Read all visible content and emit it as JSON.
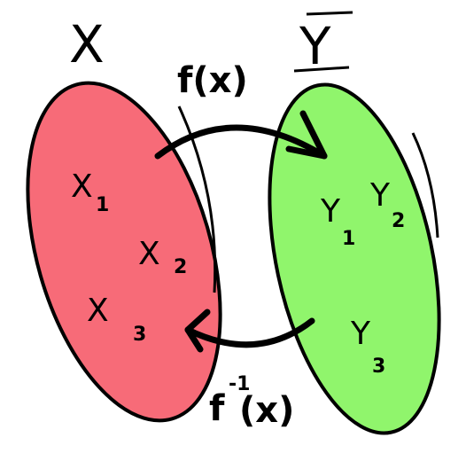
{
  "sets": {
    "domain": {
      "label": "X",
      "color": "#f76b78",
      "elements": [
        {
          "base": "X",
          "sub": "1"
        },
        {
          "base": "X",
          "sub": "2"
        },
        {
          "base": "X",
          "sub": "3"
        }
      ]
    },
    "codomain": {
      "label": "Y",
      "color": "#90f56c",
      "elements": [
        {
          "base": "Y",
          "sub": "1"
        },
        {
          "base": "Y",
          "sub": "2"
        },
        {
          "base": "Y",
          "sub": "3"
        }
      ]
    }
  },
  "arrows": {
    "forward": {
      "label": "f(x)"
    },
    "inverse": {
      "label_base": "f",
      "label_sup": "-1",
      "label_arg": "(x)"
    }
  },
  "stroke_color": "#000000"
}
